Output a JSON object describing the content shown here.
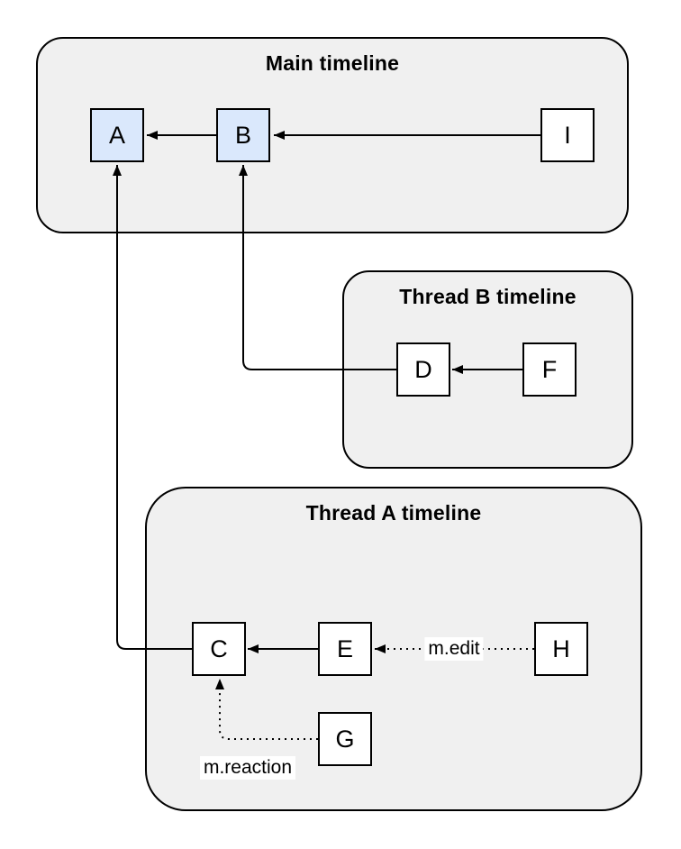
{
  "diagram": {
    "containers": {
      "main": {
        "title": "Main timeline"
      },
      "thread_b": {
        "title": "Thread B timeline"
      },
      "thread_a": {
        "title": "Thread A timeline"
      }
    },
    "nodes": {
      "a": {
        "label": "A",
        "fill": "#dae8fc"
      },
      "b": {
        "label": "B",
        "fill": "#dae8fc"
      },
      "i": {
        "label": "I",
        "fill": "#ffffff"
      },
      "d": {
        "label": "D",
        "fill": "#ffffff"
      },
      "f": {
        "label": "F",
        "fill": "#ffffff"
      },
      "c": {
        "label": "C",
        "fill": "#ffffff"
      },
      "e": {
        "label": "E",
        "fill": "#ffffff"
      },
      "h": {
        "label": "H",
        "fill": "#ffffff"
      },
      "g": {
        "label": "G",
        "fill": "#ffffff"
      }
    },
    "edges": {
      "i_to_b": {
        "from": "I",
        "to": "B",
        "style": "solid"
      },
      "b_to_a": {
        "from": "B",
        "to": "A",
        "style": "solid"
      },
      "f_to_d": {
        "from": "F",
        "to": "D",
        "style": "solid"
      },
      "d_to_b": {
        "from": "D",
        "to": "B",
        "style": "solid"
      },
      "e_to_c": {
        "from": "E",
        "to": "C",
        "style": "solid"
      },
      "h_to_e": {
        "from": "H",
        "to": "E",
        "style": "dotted",
        "label": "m.edit"
      },
      "g_to_c": {
        "from": "G",
        "to": "C",
        "style": "dotted",
        "label": "m.reaction"
      },
      "c_to_a": {
        "from": "C",
        "to": "A",
        "style": "solid"
      }
    },
    "colors": {
      "container_fill": "#f0f0f0",
      "node_fill": "#ffffff",
      "highlight_node_fill": "#dae8fc",
      "stroke": "#000000",
      "label_background": "#ffffff"
    }
  }
}
